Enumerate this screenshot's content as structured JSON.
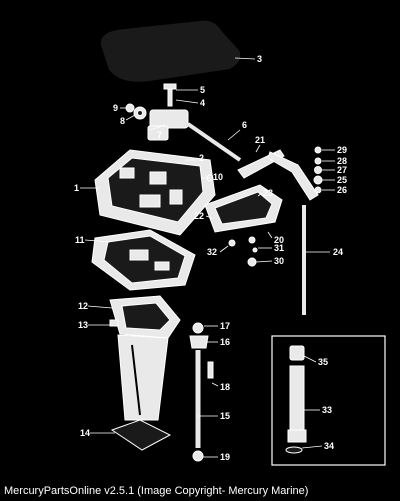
{
  "diagram": {
    "part_numbers": [
      "1",
      "2",
      "3",
      "4",
      "5",
      "6",
      "7",
      "8",
      "9",
      "10",
      "11",
      "12",
      "13",
      "14",
      "15",
      "16",
      "17",
      "18",
      "19",
      "20",
      "21",
      "22",
      "23",
      "24",
      "25",
      "26",
      "27",
      "28",
      "29",
      "30",
      "31",
      "32",
      "33",
      "34",
      "35"
    ]
  },
  "footer": {
    "copyright": "MercuryPartsOnline v2.5.1 (Image Copyright- Mercury Marine)"
  }
}
